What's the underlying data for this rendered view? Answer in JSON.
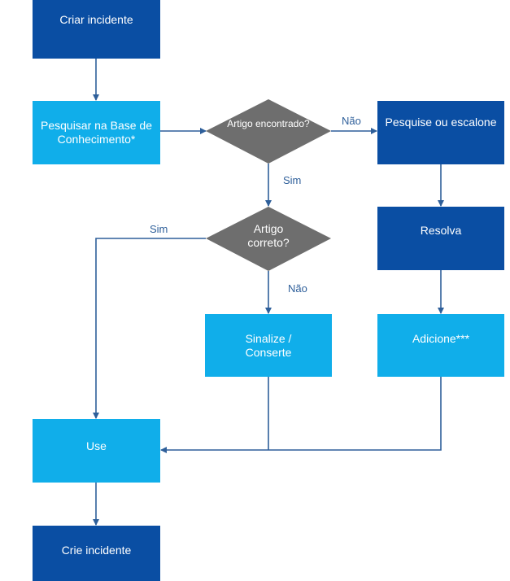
{
  "nodes": {
    "create_incident": "Criar incidente",
    "search_kb": "Pesquisar na Base de Conhecimento*",
    "article_found": "Artigo encontrado?",
    "search_or_escalate": "Pesquise ou escalone",
    "resolve": "Resolva",
    "article_correct": "Artigo correto?",
    "flag_fix": "Sinalize / Conserte",
    "add": "Adicione***",
    "use": "Use",
    "create_incident_end": "Crie incidente"
  },
  "edges": {
    "no_found": "Não",
    "yes_found": "Sim",
    "yes_correct": "Sim",
    "no_correct": "Não"
  },
  "colors": {
    "dark_box": "#0a4ea3",
    "light_box": "#10aeea",
    "diamond": "#6e6e6e",
    "line": "#2e5f9a"
  }
}
